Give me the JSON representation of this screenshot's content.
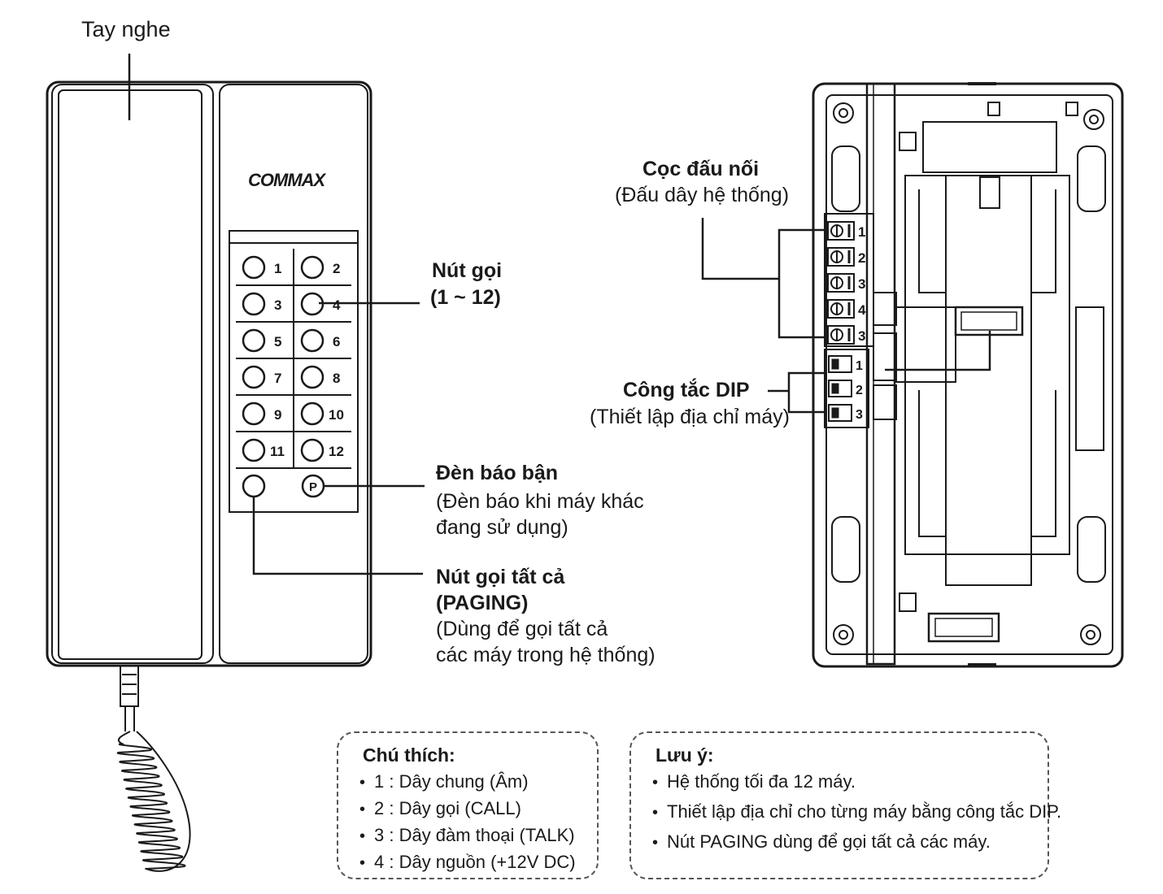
{
  "labels": {
    "handset": "Tay nghe",
    "brand": "COMMAX",
    "call_buttons_title": "Nút gọi",
    "call_buttons_range": "(1 ~ 12)",
    "busy_lamp_title": "Đèn báo bận",
    "busy_lamp_desc_1": "(Đèn báo khi máy khác",
    "busy_lamp_desc_2": "đang sử dụng)",
    "paging_title_1": "Nút gọi tất cả",
    "paging_title_2": "(PAGING)",
    "paging_desc_1": "(Dùng để gọi tất cả",
    "paging_desc_2": "các máy trong hệ thống)",
    "terminal_title": "Cọc đấu nối",
    "terminal_desc": "(Đấu dây hệ thống)",
    "dip_title": "Công tắc DIP",
    "dip_desc": "(Thiết lập địa chỉ máy)"
  },
  "keypad": [
    "1",
    "2",
    "3",
    "4",
    "5",
    "6",
    "7",
    "8",
    "9",
    "10",
    "11",
    "12"
  ],
  "paging_key": "P",
  "terminals": [
    "1",
    "2",
    "3",
    "4",
    "3"
  ],
  "dip_switches": [
    "1",
    "2",
    "3"
  ],
  "legend": {
    "title": "Chú thích:",
    "items": [
      "1 : Dây chung (Âm)",
      "2 : Dây gọi (CALL)",
      "3 : Dây đàm thoại (TALK)",
      "4 : Dây nguồn (+12V DC)"
    ]
  },
  "notes": {
    "title": "Lưu ý:",
    "items": [
      "Hệ thống tối đa 12 máy.",
      "Thiết lập địa chỉ cho từng máy bằng công tắc DIP.",
      "Nút PAGING dùng để gọi tất cả các máy."
    ]
  }
}
